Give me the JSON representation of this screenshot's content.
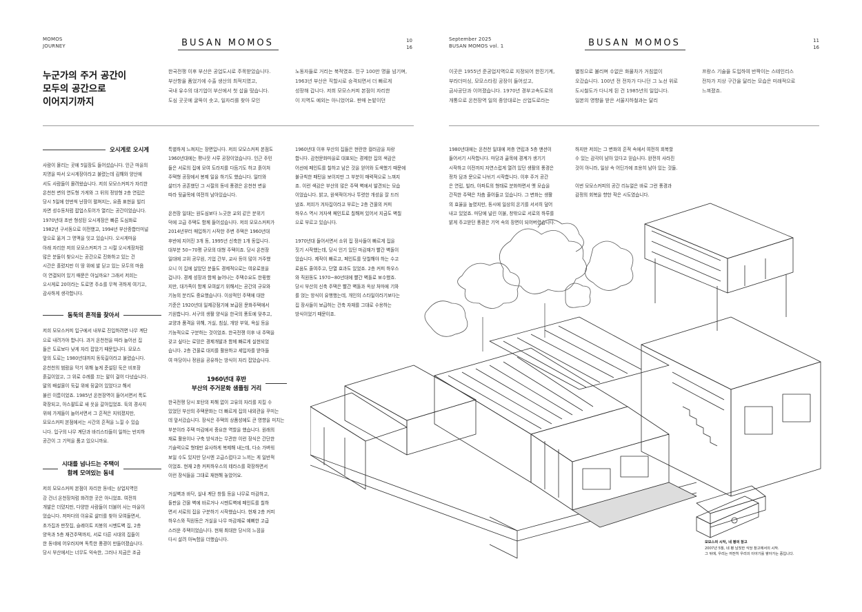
{
  "left_page": {
    "meta_line1": "MOMOS",
    "meta_line2": "JOURNEY",
    "brand": "BUSAN MOMOS",
    "page_num": "10",
    "page_total": "16",
    "lead_title": [
      "누군가의 주거 공간이",
      "모두의 공간으로",
      "이어지기까지"
    ],
    "top_col1": [
      "한국전쟁 이후 부산은 공업도시로 주목받았습니다.",
      "부산항을 품었기에 수출 생산의 최적지였고,",
      "국내 유수의 대기업이 부산에서 첫 삽을 떴습니다.",
      "도심 곳곳에 굴뚝이 솟고, 일자리를 찾아 모인"
    ],
    "top_col2": [
      "노동자들로 거리는 북적였죠. 인구 100만 명을 넘기며,",
      "1963년 부산은 직할시로 승격되면서 더 빠르게",
      "성장해 갑니다. 저희 모모스커피 본점이 자리한",
      "이 지역도 예외는 아니었어요. 판매 논밭이던"
    ],
    "section1_title": "오시게로 오시게",
    "section1_text": [
      "사람이 몰리는 곳에 5일장도 들어섰습니다. 인근 마을의",
      "지명을 따서 오시게장이라고 불렸는데 김해와 양산에",
      "서도 사람들이 몰려왔습니다. 저희 모모스커피가 자리한",
      "온천천 변의 연도형 가게와 그 뒤의 정방형 2층 연립은",
      "당시 5일에 한번씩 난장이 펼쳐지는, 요즘 표현을 빌리",
      "자면 성수동처럼 팝업스토어가 열리는 공간이었습니다.",
      "1970년대 초반 형성된 오시게장은 빠른 도심화로",
      "1982년 구서동으로 이전했고, 1994년 부산종합터미널",
      "앞으로 옮겨 그 명맥을 잇고 있습니다. 오시게마을",
      "아래 자리한 저희 모모스커피가 그 시절 오시게장처럼",
      "많은 분들이 찾으시는 공간으로 진화하고 있는 건",
      "시간은 흘렀지만 이 땅 위에 발 딛고 있는 모두의 마음",
      "이 연결되어 있기 때문은 아닐까요? 그래서 저희는",
      "오시게로 20이라는 도로명 주소를 무척 귀하게 여기고,",
      "감사하게 생각합니다."
    ],
    "section2_title": "동둑의 흔적을 찾아서",
    "section2_text": [
      "저희 모모스커피 입구에서 내부로 진입하려면 나무 계단",
      "으로 내려가야 합니다. 과거 온천천을 따라 늘어선 집",
      "들은 도로보다 낮게 자리 잡았기 때문입니다. 모모스",
      "앞의 도로는 1980년대까지 동둑길이라고 불렸습니다.",
      "온천천의 범람을 막기 위해 높게 준설된 둑은 비포장",
      "흙길이었고, 그 위로 수례를 끄는 말이 걸어 다녔습니다.",
      "말의 배설물이 둑길 위에 뒹굴어 있었다고 해서",
      "불린 이름이었죠. 1985년 온천장역이 들어서면서 폭도",
      "확장되고, 아스팔트로 새 옷을 갈아입었죠. 둑의 경사지",
      "위에 가게들이 늘어서면서 그 흔적은 지워졌지만,",
      "모모스커피 본점에서는 시간의 흔적을 느낄 수 있습",
      "니다. 입구의 나무 계단과 바리스타들이 일하는 반지하",
      "공간이 그 기억을 품고 있으니까요."
    ],
    "section3_title_l1": "시대를 넘나드는 주택이",
    "section3_title_l2": "함께 모여있는 동네",
    "section3_text": [
      "저희 모모스커피 본점이 자리한 동네는 상업지역인",
      "강 건너 온천장처럼 화려한 곳은 아니었죠. 여전히",
      "개발은 더뎠지만, 다양한 사람들이 더불어 사는 마을이",
      "었습니다. 저마다의 이유로 삶터를 찾아 모여들면서,",
      "초가집과 판잣집, 슬레이트 지붕의 시멘트벽 집, 2층",
      "양옥과 5층 재건주택까지, 서로 다른 시대의 집들이",
      "한 동네에 어우러지며 독특한 풍경이 만들어졌습니다.",
      "당시 부산에서는 너무도 익숙한, 그러나 지금은 조금"
    ],
    "col2_part1": [
      "특별하게 느껴지는 장면입니다. 저희 모모스커피 본점도",
      "1960년대에는 평나뭇 시루 공장이었습니다. 인근 주민",
      "들은 서로의 집에 모여 도라지를 다듬기도 하고 흙이처",
      "주택형 공장에서 봉제 일을 하기도 했습니다. 일터와",
      "삶터가 공존했던 그 시절의 동네 풍경은 온천천 변을",
      "따라 뒷골목에 여전히 남아있습니다."
    ],
    "col2_part2": [
      "온천장 일대는 원도심보다 느긋한 교외 같은 분위기",
      "덕에 고급 주택도 함께 들어섰습니다. 저희 모모스커피가",
      "2014년부터 매입하기 시작한 주변 주택은 1960년대",
      "후반에 지어진 3개 동, 1995년 신축한 1개 동입니다.",
      "대부분 50~70평 규모의 대형 주택이죠. 당시 온천장",
      "일대에 고위 공무원, 기업 간부, 교사 등이 많이 거주했",
      "으니 이 집에 살았던 분들도 경제적으로는 여유로웠을",
      "겁니다. 경제 성장과 함께 늘어나는 주택수요도 한몫했",
      "지만, 대가족이 함께 모여살기 위해서는 공간의 규모와",
      "기능의 분리도 중요했습니다. 이상적인 주택에 대한",
      "기준은 1920년대 일제강점기에 보급된 문화주택에서",
      "기원합니다. 서구의 생활 양식을 한국의 풍토에 맞추고,",
      "교양과 품격을 위해, 거실, 침실, 개방 부엌, 욕실 등을",
      "기능적으로 구분하는 것이었죠. 한국전쟁 이후 내 주택을",
      "갖고 싶다는 로망은 경제개발과 함께 빠르게 실현되었",
      "습니다. 2층 건물로 대지를 활용하고 세입자를 받아들",
      "여 마당이나 정원을 공유하는 방식이 자리 잡았습니다."
    ],
    "section4_title_l1": "1960년대 후반",
    "section4_title_l2": "부산의 주거문화 샘플링 거리",
    "col2_part3": [
      "한국전쟁 당시 포탄의 피해 없이 고유의 자리를 지킬 수",
      "있었던 부산의 주택문화는 더 빠르게 집의 내외관을 꾸미는",
      "데 앞서갔습니다. 장식은 주택의 상품성에도 큰 영향을 미치는",
      "부분이라 주택 마감에서 중요한 역할을 했습니다. 원래의",
      "재료 활용이나 구축 방식과는 무관한 이런 장식은 간단한",
      "기술력으로 형태만 유사하게 복제해 내는데, 다소 가벼워",
      "보일 수도 있지만 당시엔 고급스럽다고 느끼는 게 일반적",
      "이었죠. 현재 2층 커피하우스의 테라스를 확장하면서",
      "이런 장식들을 그대로 재현해 놓았어요."
    ],
    "col2_part4": [
      "거실벽과 바닥, 실내 계단 창틀 등을 나무로 마감하고,",
      "돌판을 건물 벽에 바르거나 시멘트벽에 페인트를 칠하",
      "면서 서로의 집을 구분하기 시작했습니다. 현재 2층 커피",
      "하우스와 직원동은 거실을 나무 마감재로 예뻐한 고급",
      "스러운 주택이었습니다. 현재 최대한 당시의 느낌을",
      "다시 살려 아늑함을 더했습니다."
    ],
    "col3_part1": [
      "1960년대 이후 부산의 집들은 현란한 컬러감을 자랑",
      "합니다. 감천문화마을로 대표되는 경제한 집의 색감은",
      "어선에 페인트를 칠하고 남은 것을 얻어와 도색했기 때문에",
      "불규칙한 패턴을 보이지만 그 부분이 매력적으로 느껴지",
      "죠. 이런 색감은 부산의 많은 주택 벽에서 발견되는 모습",
      "이었습니다. 밝고, 원색적이거나 뚜렷한 개성을 잘 드러",
      "냈죠. 저희가 겨자집이라고 부르는 2층 건물의 커피",
      "하우스 역시 겨자색 페인트로 칠해져 있어서 지금도 벽칠",
      "으로 부르고 있습니다."
    ],
    "col3_part2": [
      "1970년대 들어서면서 소위 집 장사들이 빠르게 집을",
      "짓기 시작했는데, 당시 인기 있던 마감재가 빨간 벽돌이",
      "었습니다. 제작이 빠르고, 페인트를 덧칠해야 하는 수고",
      "로움도 줄여주고, 단열 효과도 있었죠. 2층 커피 하우스",
      "와 직원동도 1970~80년대에 빨간 벽돌로 보수했죠.",
      "당시 부산의 신축 주택은 빨간 벽돌과 옥상 처마에 기와",
      "를 얹는 방식이 유행했는데, 개인의 스타일이라기보다는",
      "집 장사들이 보급하는 건축 자재를 그대로 수용하는",
      "방식이었기 때문이죠."
    ]
  },
  "right_page": {
    "meta_line1": "September 2025",
    "meta_line2": "BUSAN MOMOS vol. 1",
    "brand": "BUSAN MOMOS",
    "page_num": "11",
    "page_total": "16",
    "top_col1": [
      "이곳은 1955년 준공업지역으로 지정되어 한진기계,",
      "부라더미싱, 모모스타킹 공장이 들어섰고,",
      "금사공단과 이어졌습니다. 1970년 경부고속도로의",
      "개통으로 온천장역 일의 중앙대로는 산업도로라는"
    ],
    "top_col2": [
      "별칭으로 불리며 수없은 화물차가 거침없이",
      "오갔습니다. 100년 전 전차가 다니던 그 노선 위로",
      "도시철도가 다니게 된 건 1985년의 일입니다.",
      "일본의 영향을 받은 서울지하철과는 달리"
    ],
    "top_col3": [
      "프랑스 기술을 도입하여 반짝이는 스테인리스",
      "전차가 지상 구간을 달리는 모습은 미래적으로",
      "느껴졌죠."
    ],
    "col1": [
      "1980년대에는 온천천 일대에 저층 연립과 5층 맨션이",
      "들어서기 시작합니다. 마당과 골목에 경계가 생기기",
      "시작하고 이전까지 자연스럽게 열려 있던 생활의 풍경은",
      "정차 담과 문으로 나뉘기 시작합니다. 이후 주거 공간",
      "은 연립, 빌라, 아파트의 형태로 분화하면서 옛 모습을",
      "간직한 주택은 차츰 줄어들고 있습니다. 그 변화는 생활",
      "의 효율을 높였지만, 동시에 일상의 온기를 서서히 덮어",
      "내고 있었죠. 마당에 널린 이불, 창밖으로 서로의 하루를",
      "밝게 주고받던 풍경은 기억 속의 장면이 되어버렸습니다."
    ],
    "col2_p1": [
      "하지만 저희는 그 변화의 흔적 속에서 여전히 회복할",
      "수 있는 감각이 남아 있다고 믿습니다. 완전히 사라진",
      "것이 아니라, 일상 속 어딘가에 조용히 남아 있는 것들."
    ],
    "col2_p2": [
      "이번 모모스커피의 공간 리뉴얼은 바로 그런 풍경과",
      "감정의 회복을 향한 작은 시도였습니다."
    ],
    "caption": [
      "모모스의 시작, 네 평의 창고",
      "2007년 5월, 네 평 남짓한 식당 창고에서의 시작.",
      "그 뒤에, 우리는 여전히 우리의 이야기를 쌓아가는 중입니다."
    ]
  },
  "illustration": {
    "icon": "isometric-building-sketch-icon"
  }
}
